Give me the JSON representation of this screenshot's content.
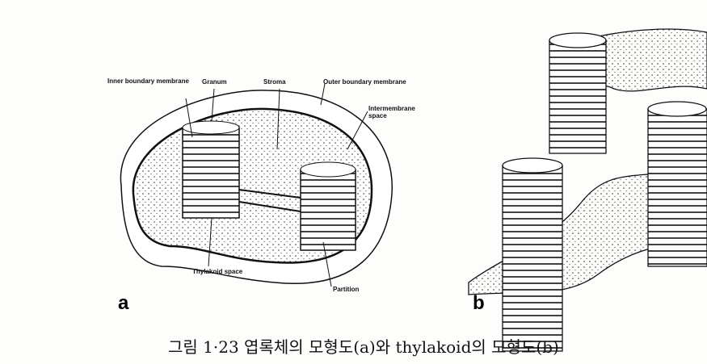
{
  "panel_a": {
    "letter": "a",
    "labels": {
      "inner": "Inner boundary membrane",
      "granum": "Granum",
      "stroma": "Stroma",
      "outer": "Outer boundary membrane",
      "intermembrane": "Intermembrane space",
      "thylakoid_space": "Thylakoid space",
      "partition": "Partition"
    }
  },
  "panel_b": {
    "letter": "b"
  },
  "caption": "그림 1·23  엽록체의 모형도(a)와 thylakoid의 모형도(b)"
}
